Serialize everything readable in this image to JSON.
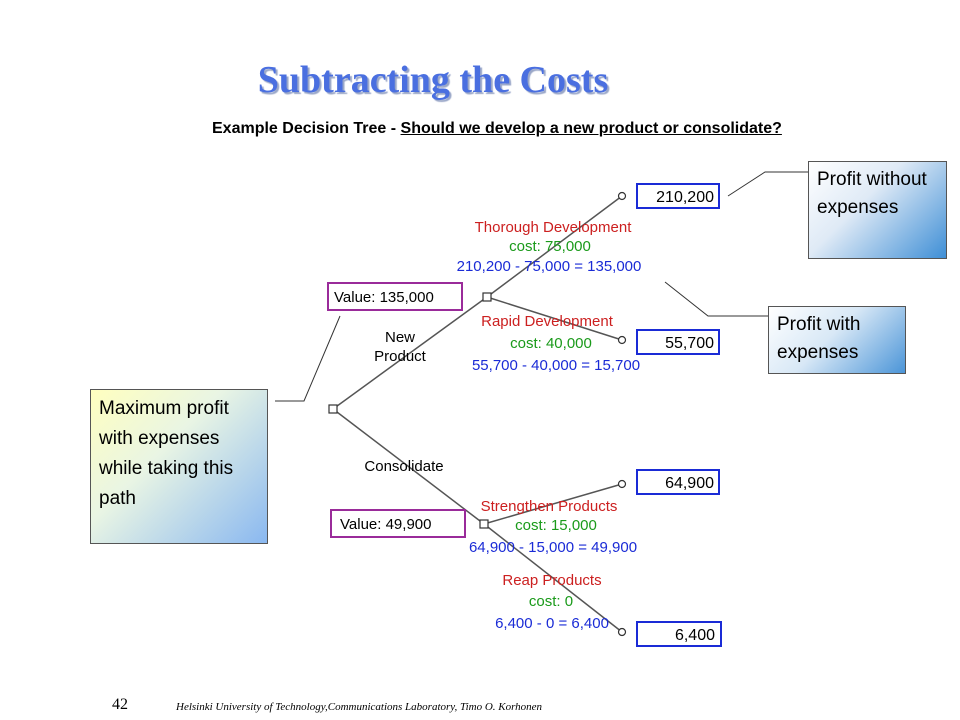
{
  "slide": {
    "title": "Subtracting the Costs",
    "page_number": "42",
    "footer": "Helsinki University of Technology,Communications Laboratory, Timo O. Korhonen"
  },
  "diagram": {
    "heading_prefix": "Example Decision Tree - ",
    "heading_question": "Should we develop a new product or consolidate?",
    "branches": {
      "new_product_line1": "New",
      "new_product_line2": "Product",
      "consolidate": "Consolidate"
    },
    "values": {
      "new_product": "Value: 135,000",
      "consolidate": "Value: 49,900"
    },
    "options": {
      "thorough": {
        "name": "Thorough Development",
        "cost": "cost: 75,000",
        "calc": "210,200 - 75,000 = 135,000",
        "outcome": "210,200"
      },
      "rapid": {
        "name": "Rapid Development",
        "cost": "cost: 40,000",
        "calc": "55,700 - 40,000 = 15,700",
        "outcome": "55,700"
      },
      "strengthen": {
        "name": "Strengthen Products",
        "cost": "cost: 15,000",
        "calc": "64,900 - 15,000 = 49,900",
        "outcome": "64,900"
      },
      "reap": {
        "name": "Reap Products",
        "cost": "cost: 0",
        "calc": "6,400 - 0 = 6,400",
        "outcome": "6,400"
      }
    },
    "colors": {
      "option_name": "#cc2020",
      "cost": "#1a9a1a",
      "calc": "#1a2bd6",
      "outcome_border": "#1a2bd6",
      "value_border": "#9a2b9a",
      "branch_line": "#555555"
    }
  },
  "callouts": {
    "profit_without": "Profit without expenses",
    "profit_with": "Profit with expenses",
    "maximum_profit": "Maximum profit with expenses while taking this path"
  }
}
